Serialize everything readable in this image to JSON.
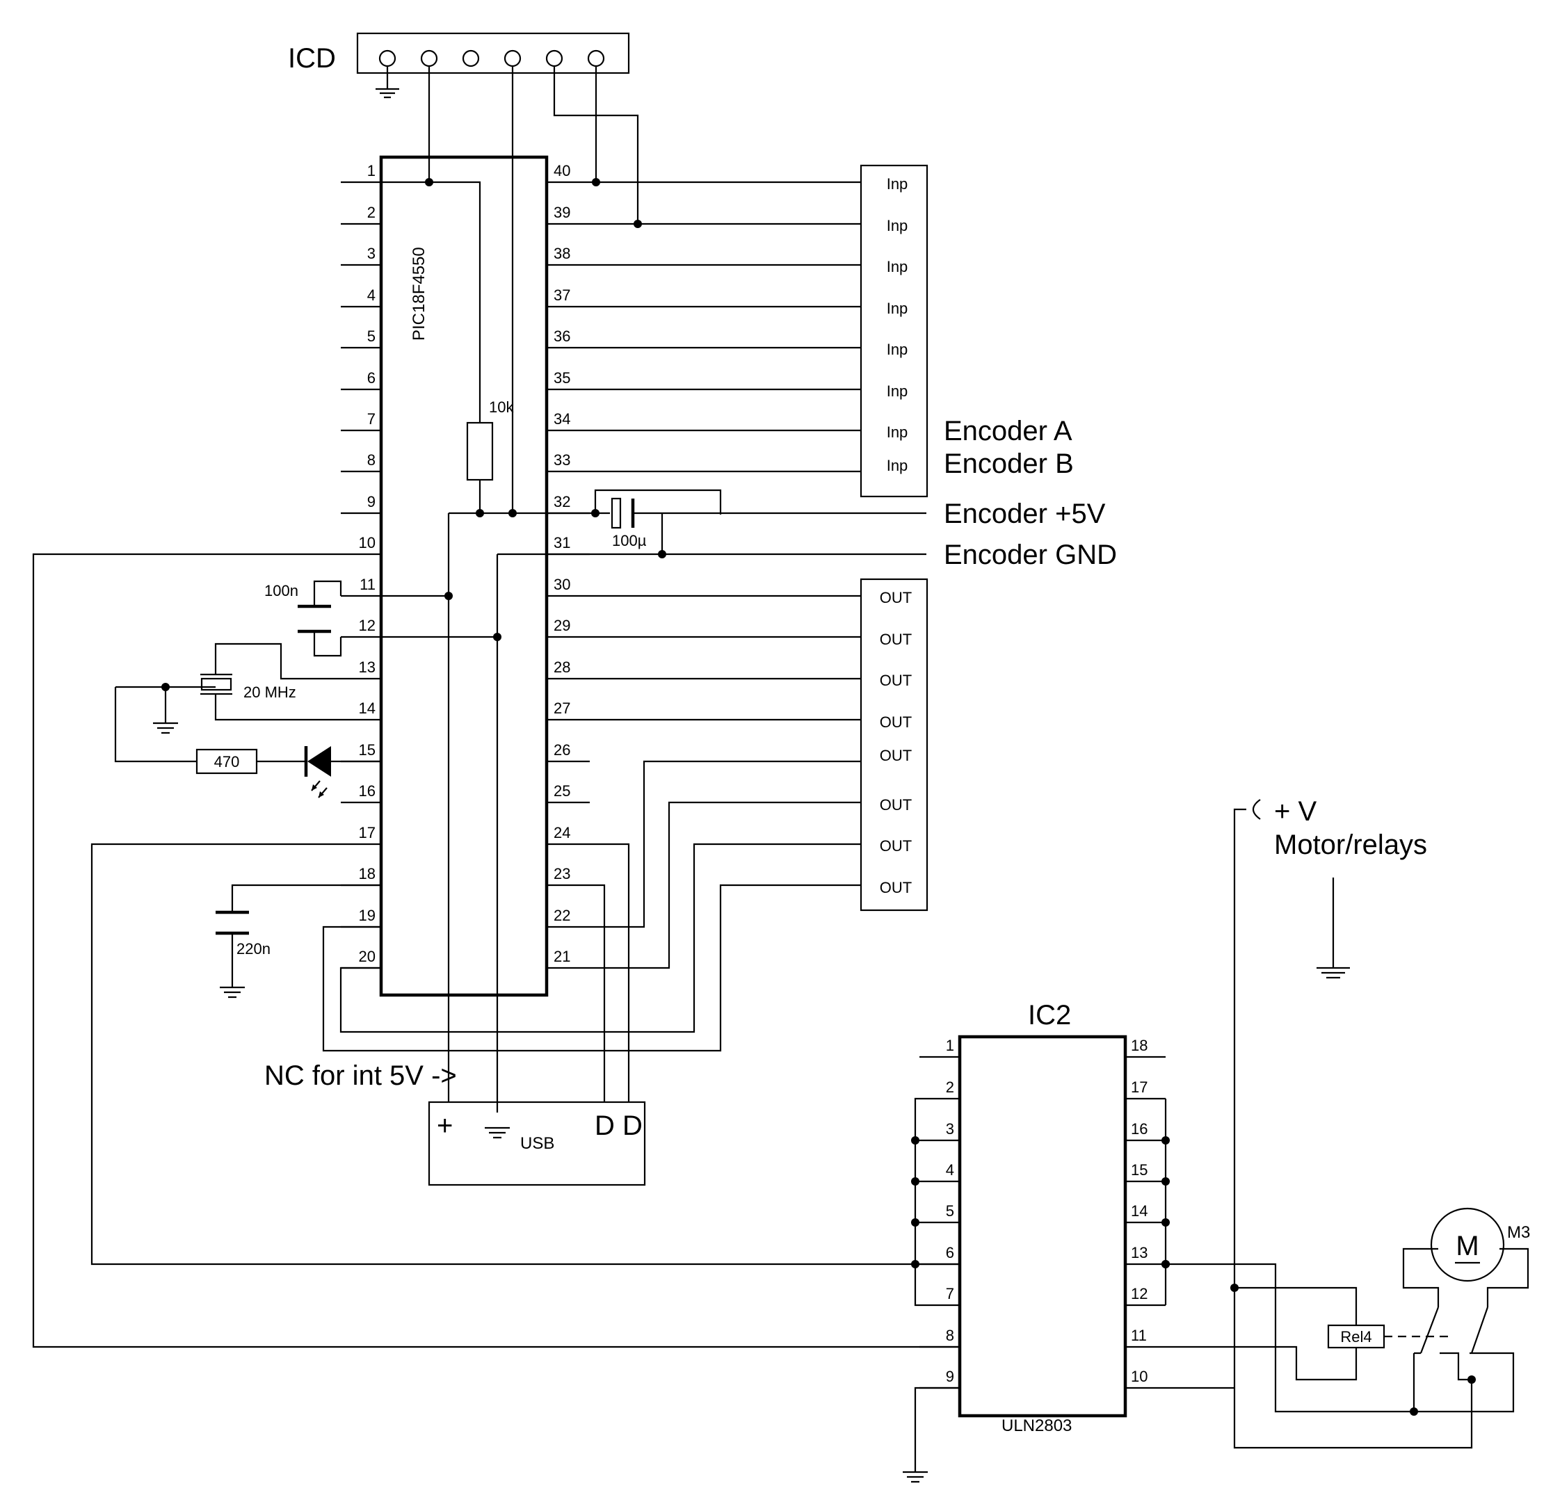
{
  "icd": {
    "label": "ICD"
  },
  "ic1": {
    "part": "PIC18F4550",
    "left_pins": [
      "1",
      "2",
      "3",
      "4",
      "5",
      "6",
      "7",
      "8",
      "9",
      "10",
      "11",
      "12",
      "13",
      "14",
      "15",
      "16",
      "17",
      "18",
      "19",
      "20"
    ],
    "right_pins": [
      "40",
      "39",
      "38",
      "37",
      "36",
      "35",
      "34",
      "33",
      "32",
      "31",
      "30",
      "29",
      "28",
      "27",
      "26",
      "25",
      "24",
      "23",
      "22",
      "21"
    ]
  },
  "components": {
    "r_pullup": "10k",
    "c_decouple": "100n",
    "crystal": "20 MHz",
    "r_led": "470",
    "c_usb": "220n",
    "c_encoder": "100µ"
  },
  "inputs": [
    "Inp",
    "Inp",
    "Inp",
    "Inp",
    "Inp",
    "Inp",
    "Inp",
    "Inp"
  ],
  "outputs": [
    "OUT",
    "OUT",
    "OUT",
    "OUT",
    "OUT",
    "OUT",
    "OUT",
    "OUT"
  ],
  "encoder": {
    "a": "Encoder A",
    "b": "Encoder B",
    "vcc": "Encoder +5V",
    "gnd": "Encoder GND"
  },
  "usb": {
    "label": "USB",
    "plus": "+",
    "data": "D D",
    "note": "NC for int 5V ->"
  },
  "ic2": {
    "title": "IC2",
    "part": "ULN2803",
    "left_pins": [
      "1",
      "2",
      "3",
      "4",
      "5",
      "6",
      "7",
      "8",
      "9"
    ],
    "right_pins": [
      "18",
      "17",
      "16",
      "15",
      "14",
      "13",
      "12",
      "11",
      "10"
    ]
  },
  "motor_supply": {
    "line1": "+ V",
    "line2": "Motor/relays"
  },
  "motor": {
    "symbol": "M",
    "label": "M3"
  },
  "relay": {
    "label": "Rel4"
  }
}
